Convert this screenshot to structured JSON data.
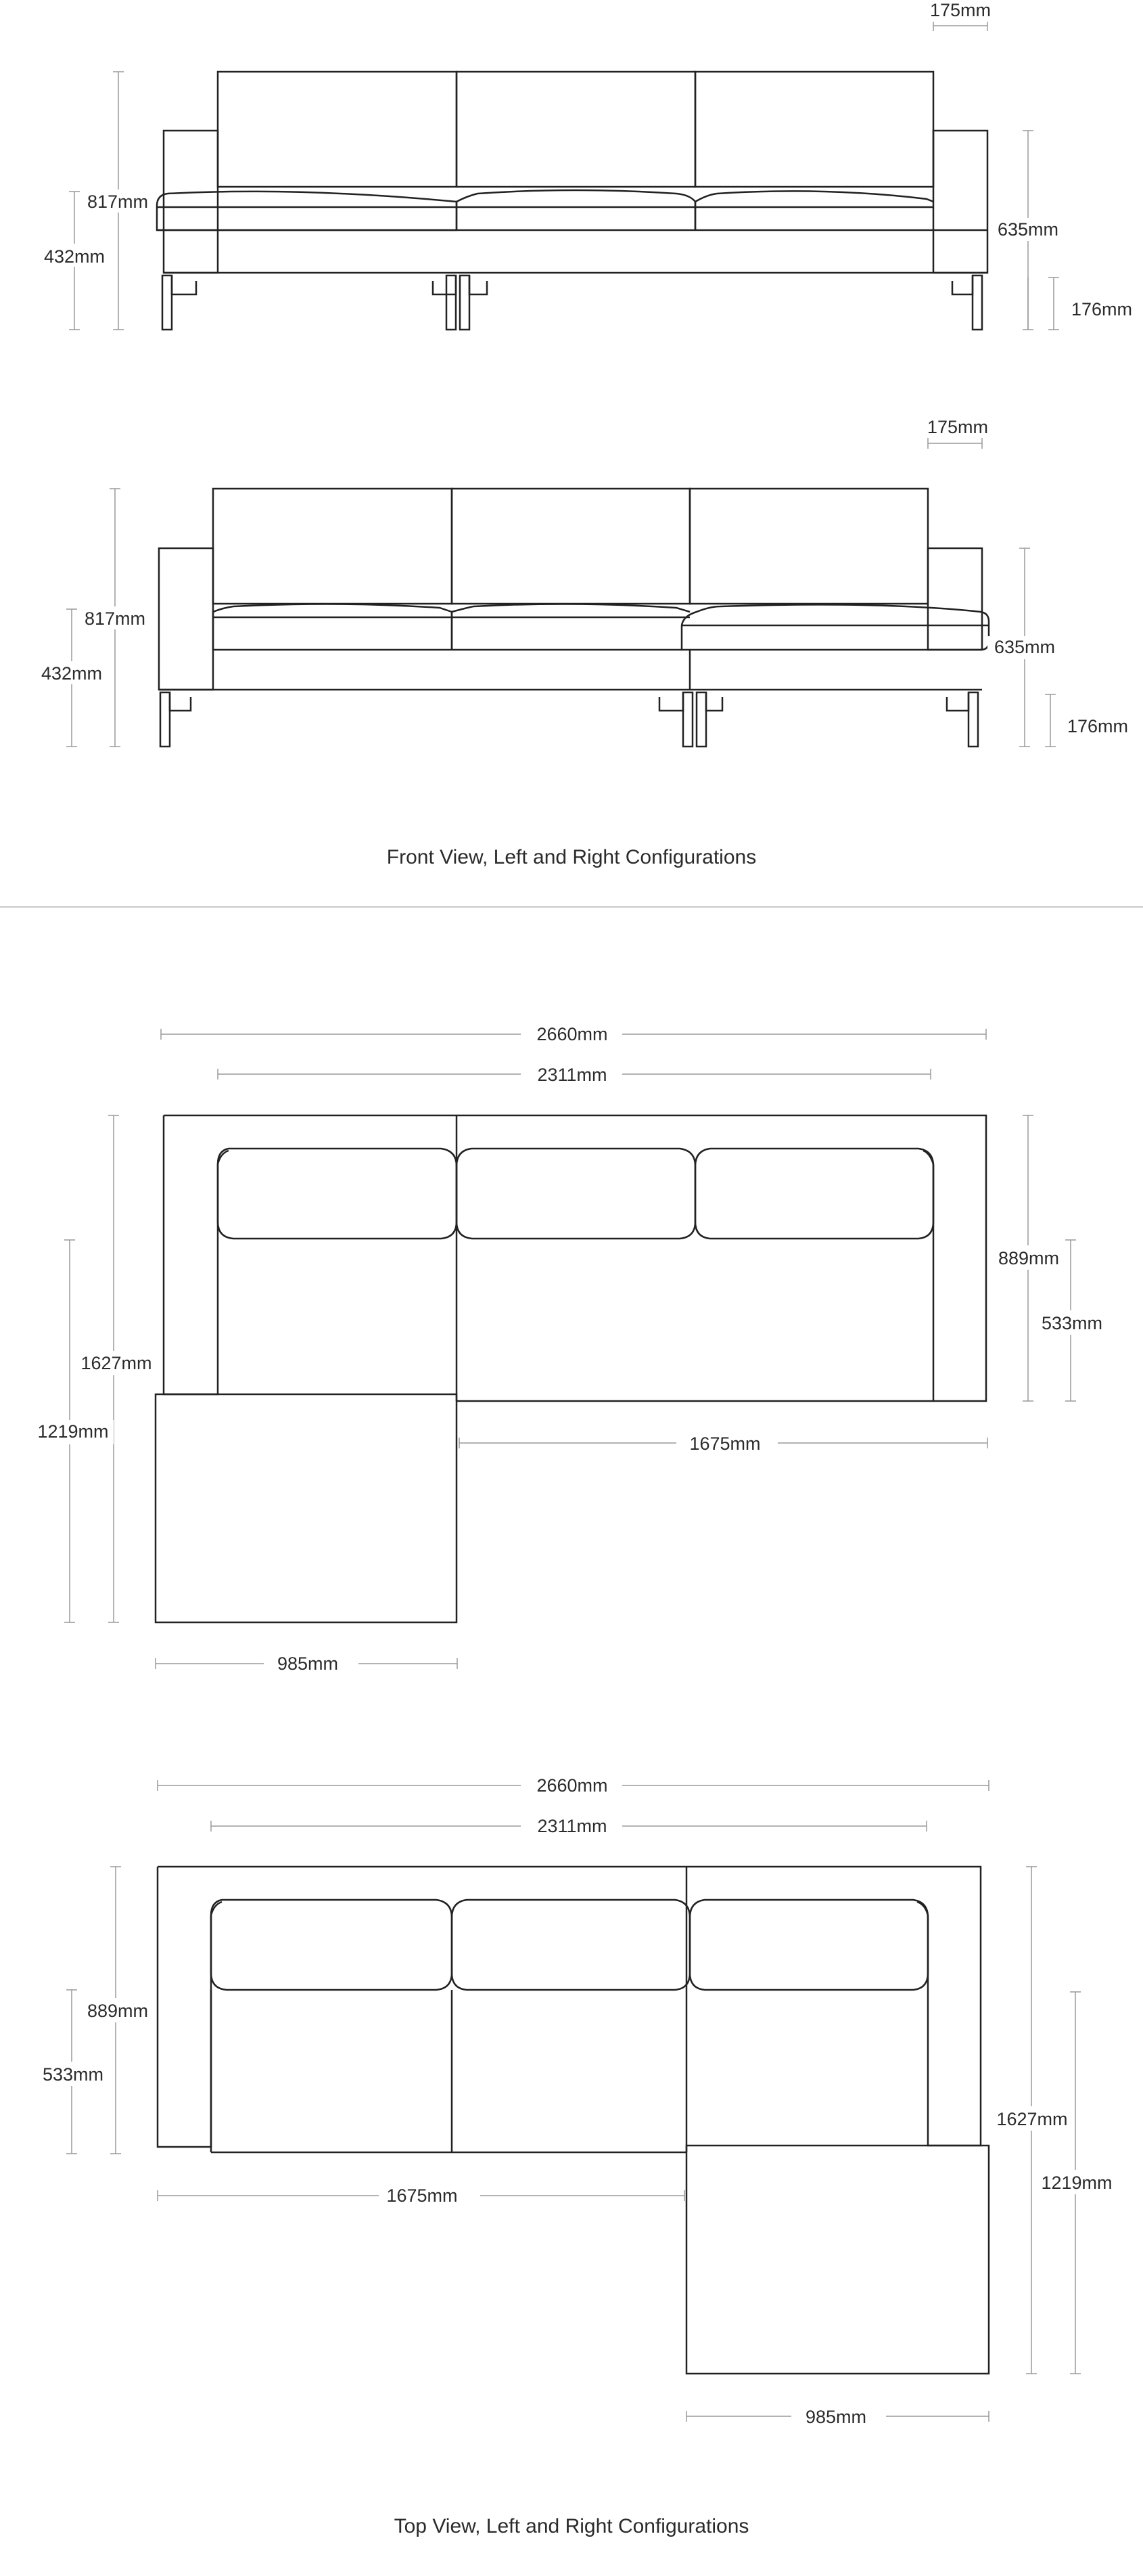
{
  "front_view": {
    "caption": "Front View, Left and Right Configurations",
    "left_config": {
      "labels": {
        "arm_width": "175mm",
        "overall_height": "817mm",
        "seat_height": "432mm",
        "arm_height": "635mm",
        "leg_height": "176mm"
      }
    },
    "right_config": {
      "labels": {
        "arm_width": "175mm",
        "overall_height": "817mm",
        "seat_height": "432mm",
        "arm_height": "635mm",
        "leg_height": "176mm"
      }
    }
  },
  "top_view": {
    "caption": "Top View, Left and Right Configurations",
    "left_config": {
      "labels": {
        "overall_width": "2660mm",
        "inner_width": "2311mm",
        "overall_depth": "1627mm",
        "chaise_length": "1219mm",
        "seat_depth": "889mm",
        "cushion_depth": "533mm",
        "sofa_section_width": "1675mm",
        "chaise_width": "985mm"
      }
    },
    "right_config": {
      "labels": {
        "overall_width": "2660mm",
        "inner_width": "2311mm",
        "seat_depth": "889mm",
        "cushion_depth": "533mm",
        "sofa_section_width": "1675mm",
        "overall_depth": "1627mm",
        "chaise_length": "1219mm",
        "chaise_width": "985mm"
      }
    }
  },
  "colors": {
    "line": "#222222",
    "dimension": "#9a9a9a",
    "text": "#2b2b2b",
    "divider": "#c9c9c9"
  }
}
